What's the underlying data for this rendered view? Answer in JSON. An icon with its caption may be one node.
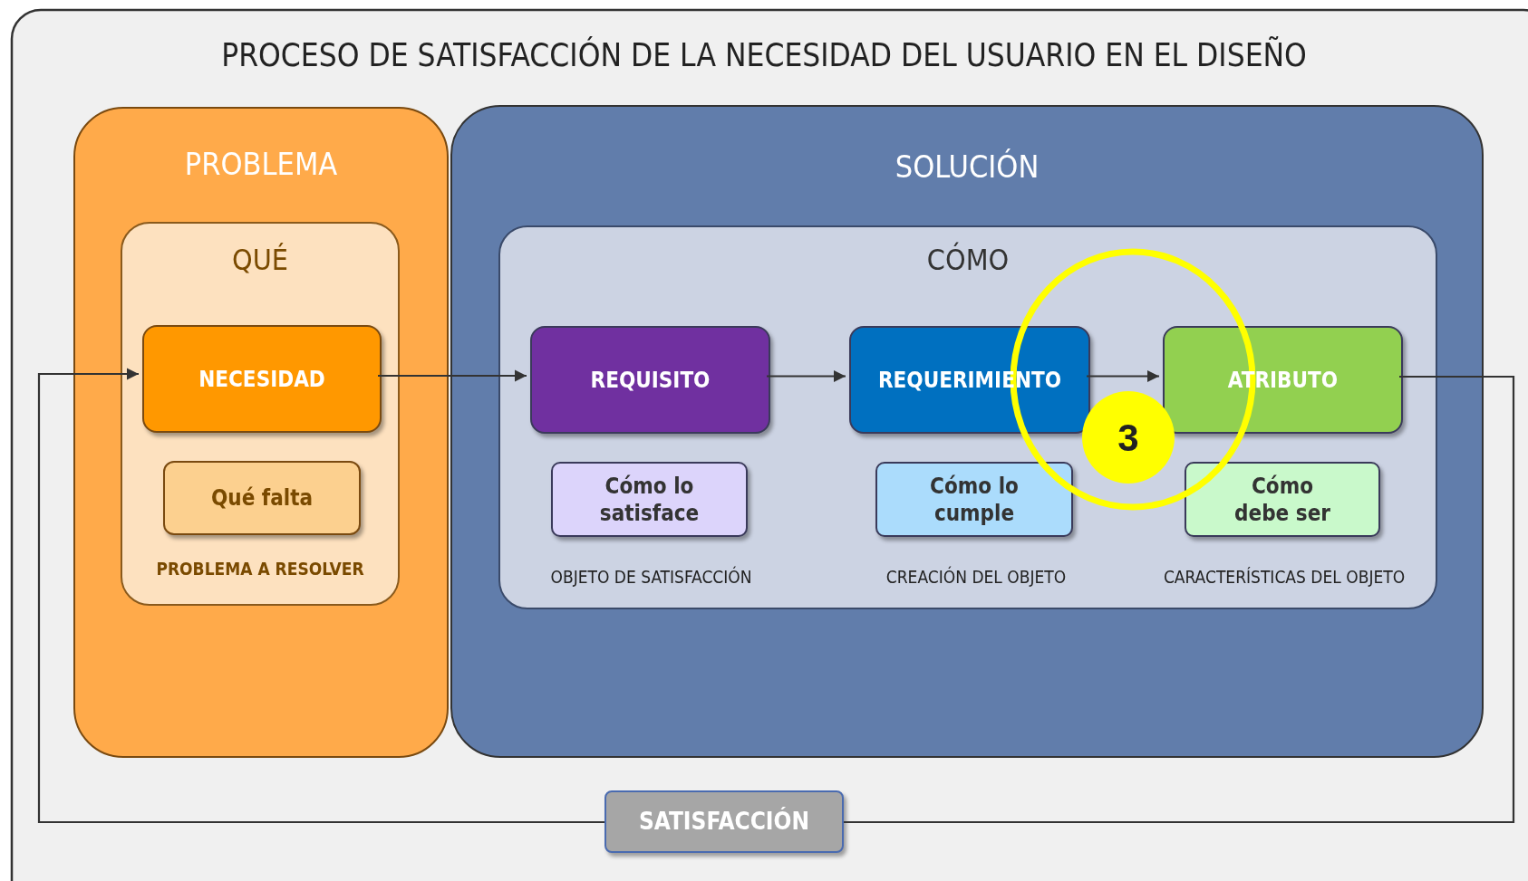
{
  "diagram": {
    "title": "PROCESO DE SATISFACCIÓN DE LA NECESIDAD DEL USUARIO EN EL DISEÑO",
    "nodes": [
      {
        "text": [
          "PROBLEMA"
        ]
      },
      {
        "text": [
          "QUÉ",
          "PROBLEMA A RESOLVER"
        ],
        "in": 0
      },
      {
        "text": [
          "NECESIDAD"
        ],
        "in": 1
      },
      {
        "text": [
          "Qué falta"
        ],
        "in": 1
      },
      {
        "text": [
          "SOLUCIÓN"
        ]
      },
      {
        "text": [
          "CÓMO"
        ],
        "in": 4
      },
      {
        "text": [
          "REQUISITO"
        ],
        "in": 5
      },
      {
        "text": [
          "Cómo lo satisface"
        ],
        "in": 5,
        "beside": [
          "OBJETO DE SATISFACCIÓN"
        ]
      },
      {
        "text": [
          "REQUERIMIENTO"
        ],
        "in": 5
      },
      {
        "text": [
          "Cómo lo cumple"
        ],
        "in": 5,
        "beside": [
          "CREACIÓN DEL OBJETO"
        ]
      },
      {
        "text": [
          "ATRIBUTO"
        ],
        "in": 5
      },
      {
        "text": [
          "Cómo debe ser"
        ],
        "in": 5,
        "beside": [
          "CARACTERÍSTICAS DEL OBJETO"
        ]
      },
      {
        "text": [
          "SATISFACCIÓN"
        ]
      }
    ],
    "edges": [
      {
        "from": 2,
        "to": 6,
        "arrow": "to"
      },
      {
        "from": 6,
        "to": 8,
        "arrow": "to"
      },
      {
        "from": 8,
        "to": 10,
        "arrow": "to"
      },
      {
        "from": 10,
        "to": 12,
        "arrow": "none"
      },
      {
        "from": 12,
        "to": 2,
        "arrow": "to"
      }
    ],
    "labels": [
      "3"
    ]
  }
}
